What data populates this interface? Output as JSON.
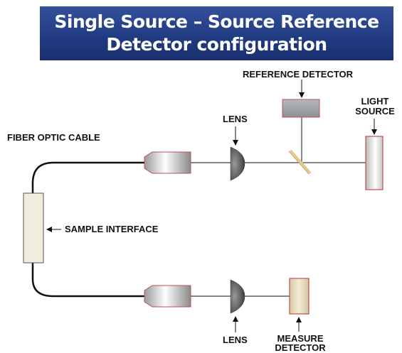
{
  "title": {
    "line1": "Single Source – Source Reference",
    "line2": "Detector configuration"
  },
  "labels": {
    "reference_detector": "REFERENCE DETECTOR",
    "light_source_line1": "LIGHT",
    "light_source_line2": "SOURCE",
    "lens_top": "LENS",
    "fiber_optic_cable": "FIBER OPTIC CABLE",
    "sample_interface": "SAMPLE INTERFACE",
    "lens_bottom": "LENS",
    "measure_detector_line1": "MEASURE",
    "measure_detector_line2": "DETECTOR"
  },
  "colors": {
    "banner": "#203a80",
    "title_text": "#ffffff",
    "component_border": "#c05050",
    "reference_detector_fill": "#a0a4aa",
    "sample_fill": "#efeedd",
    "measure_detector_fill": "#e8dcc0",
    "lens_fill": "#555555",
    "line": "#111111"
  }
}
